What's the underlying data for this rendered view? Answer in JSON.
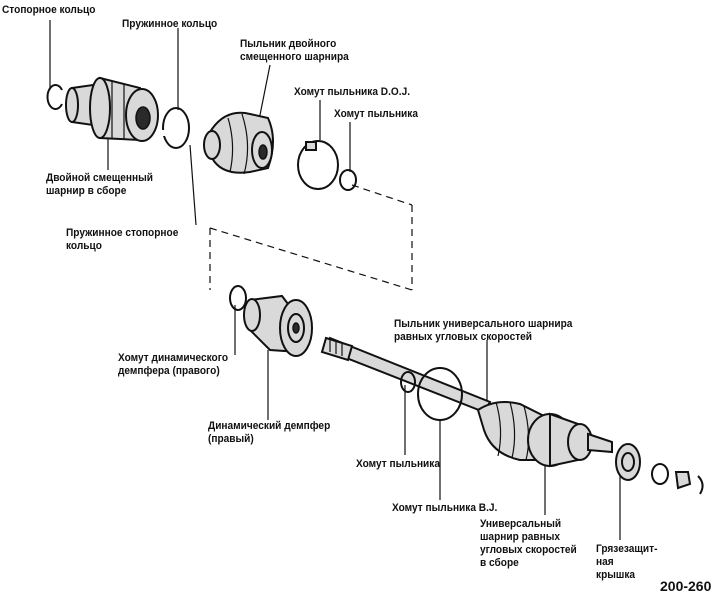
{
  "figure_number": "200-260",
  "labels": {
    "stop_ring": "Стопорное кольцо",
    "spring_ring": "Пружинное кольцо",
    "doj_boot": "Пыльник двойного\nсмещенного шарнира",
    "doj_boot_clamp": "Хомут пыльника D.O.J.",
    "boot_clamp_top": "Хомут пыльника",
    "doj_assembly": "Двойной смещенный\nшарнир в сборе",
    "spring_stop_ring": "Пружинное стопорное\nкольцо",
    "damper_clamp": "Хомут динамического\nдемпфера (правого)",
    "dynamic_damper": "Динамический демпфер\n(правый)",
    "cv_boot": "Пыльник универсального шарнира\nравных угловых скоростей",
    "boot_clamp_mid": "Хомут пыльника",
    "bj_boot_clamp": "Хомут пыльника B.J.",
    "cv_joint_assembly": "Универсальный\nшарнир равных\nугловых скоростей\nв сборе",
    "dust_cover": "Грязезащит-\nная\nкрышка"
  }
}
